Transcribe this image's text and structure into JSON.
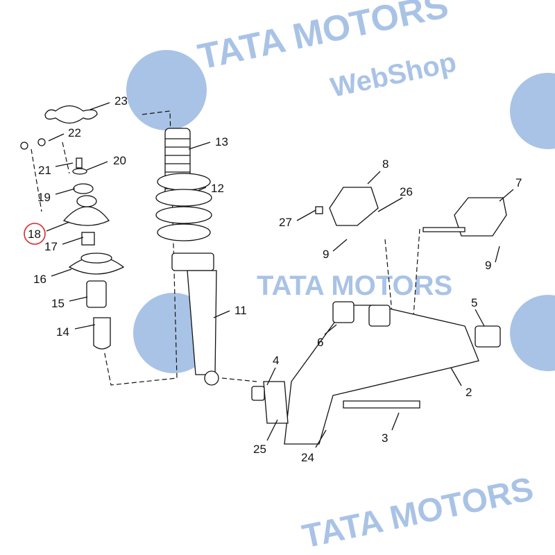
{
  "watermark": {
    "brand": "TATA MOTORS",
    "sub": "WebShop",
    "color": "#a9c3e6"
  },
  "highlight": {
    "label": "18",
    "color": "#d9262c"
  },
  "callouts": [
    "23",
    "22",
    "21",
    "20",
    "19",
    "18",
    "17",
    "16",
    "15",
    "14",
    "13",
    "12",
    "11",
    "8",
    "7",
    "26",
    "27",
    "9",
    "9",
    "6",
    "5",
    "4",
    "2",
    "3",
    "25",
    "24"
  ]
}
